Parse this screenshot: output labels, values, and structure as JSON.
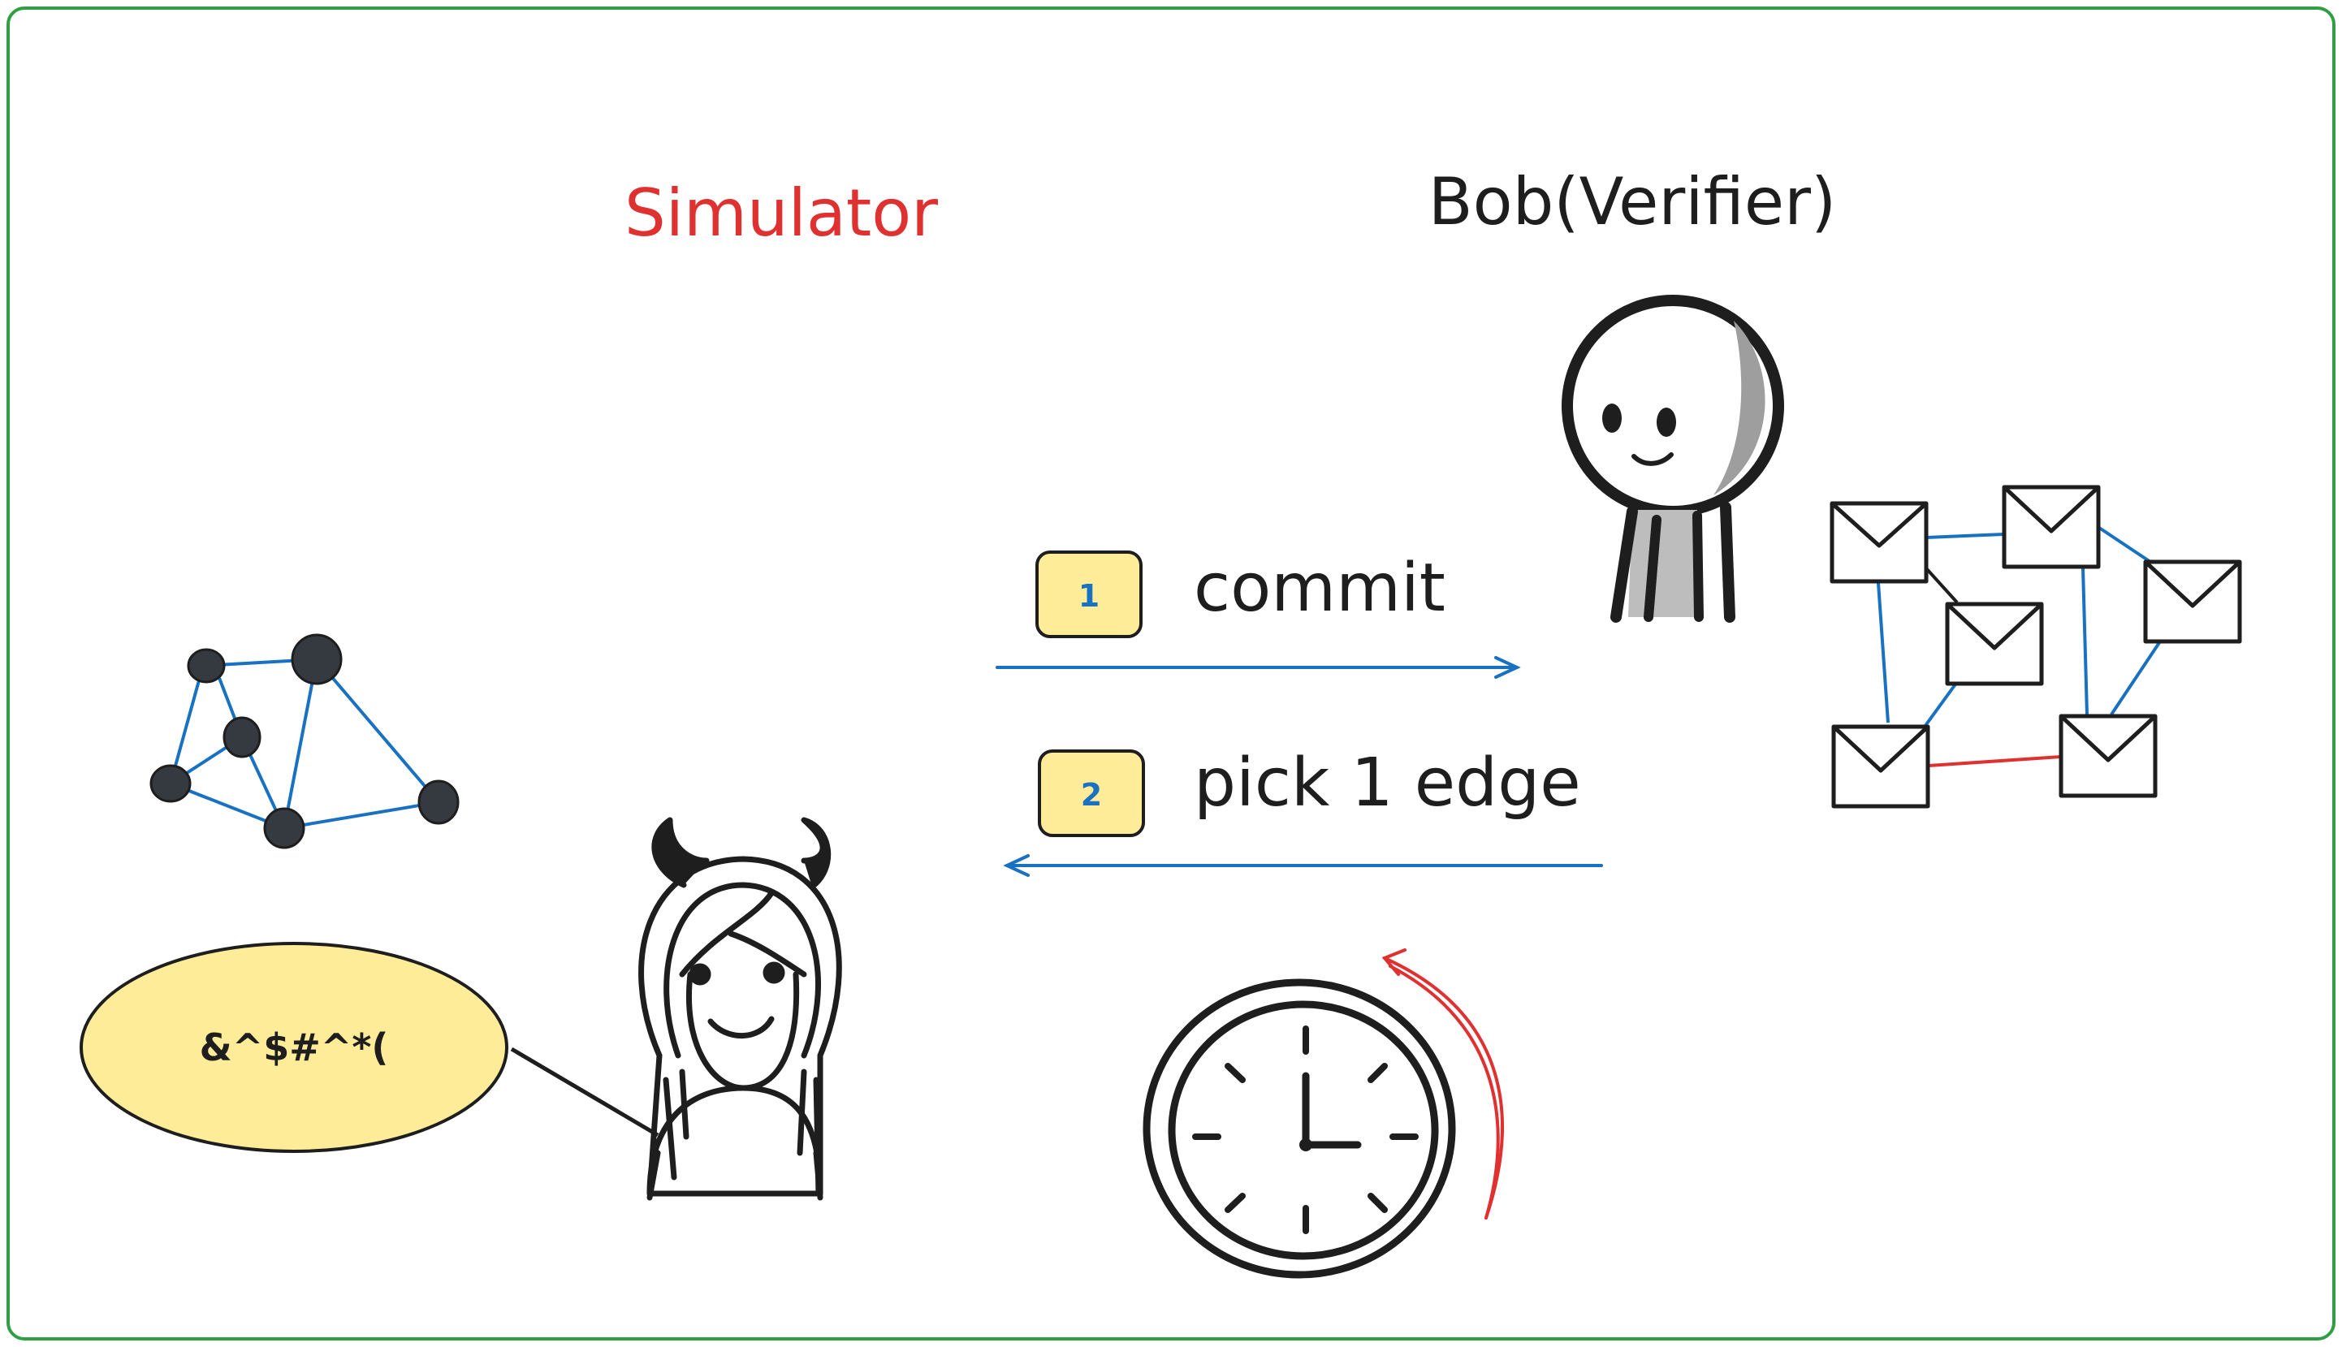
{
  "simulator": {
    "title": "Simulator"
  },
  "verifier": {
    "title": "Bob(Verifier)"
  },
  "steps": [
    {
      "number": "1",
      "label": "commit"
    },
    {
      "number": "2",
      "label": "pick 1 edge"
    }
  ],
  "speech": {
    "text": "&^$#^*("
  },
  "colors": {
    "frame": "#2f9e44",
    "simulator_title": "#e03131",
    "edge_blue": "#1971c2",
    "edge_red": "#e03131",
    "step_box": "#ffec99",
    "speech_fill": "#ffec99",
    "ink": "#1e1e1e",
    "node_fill": "#343a40"
  }
}
